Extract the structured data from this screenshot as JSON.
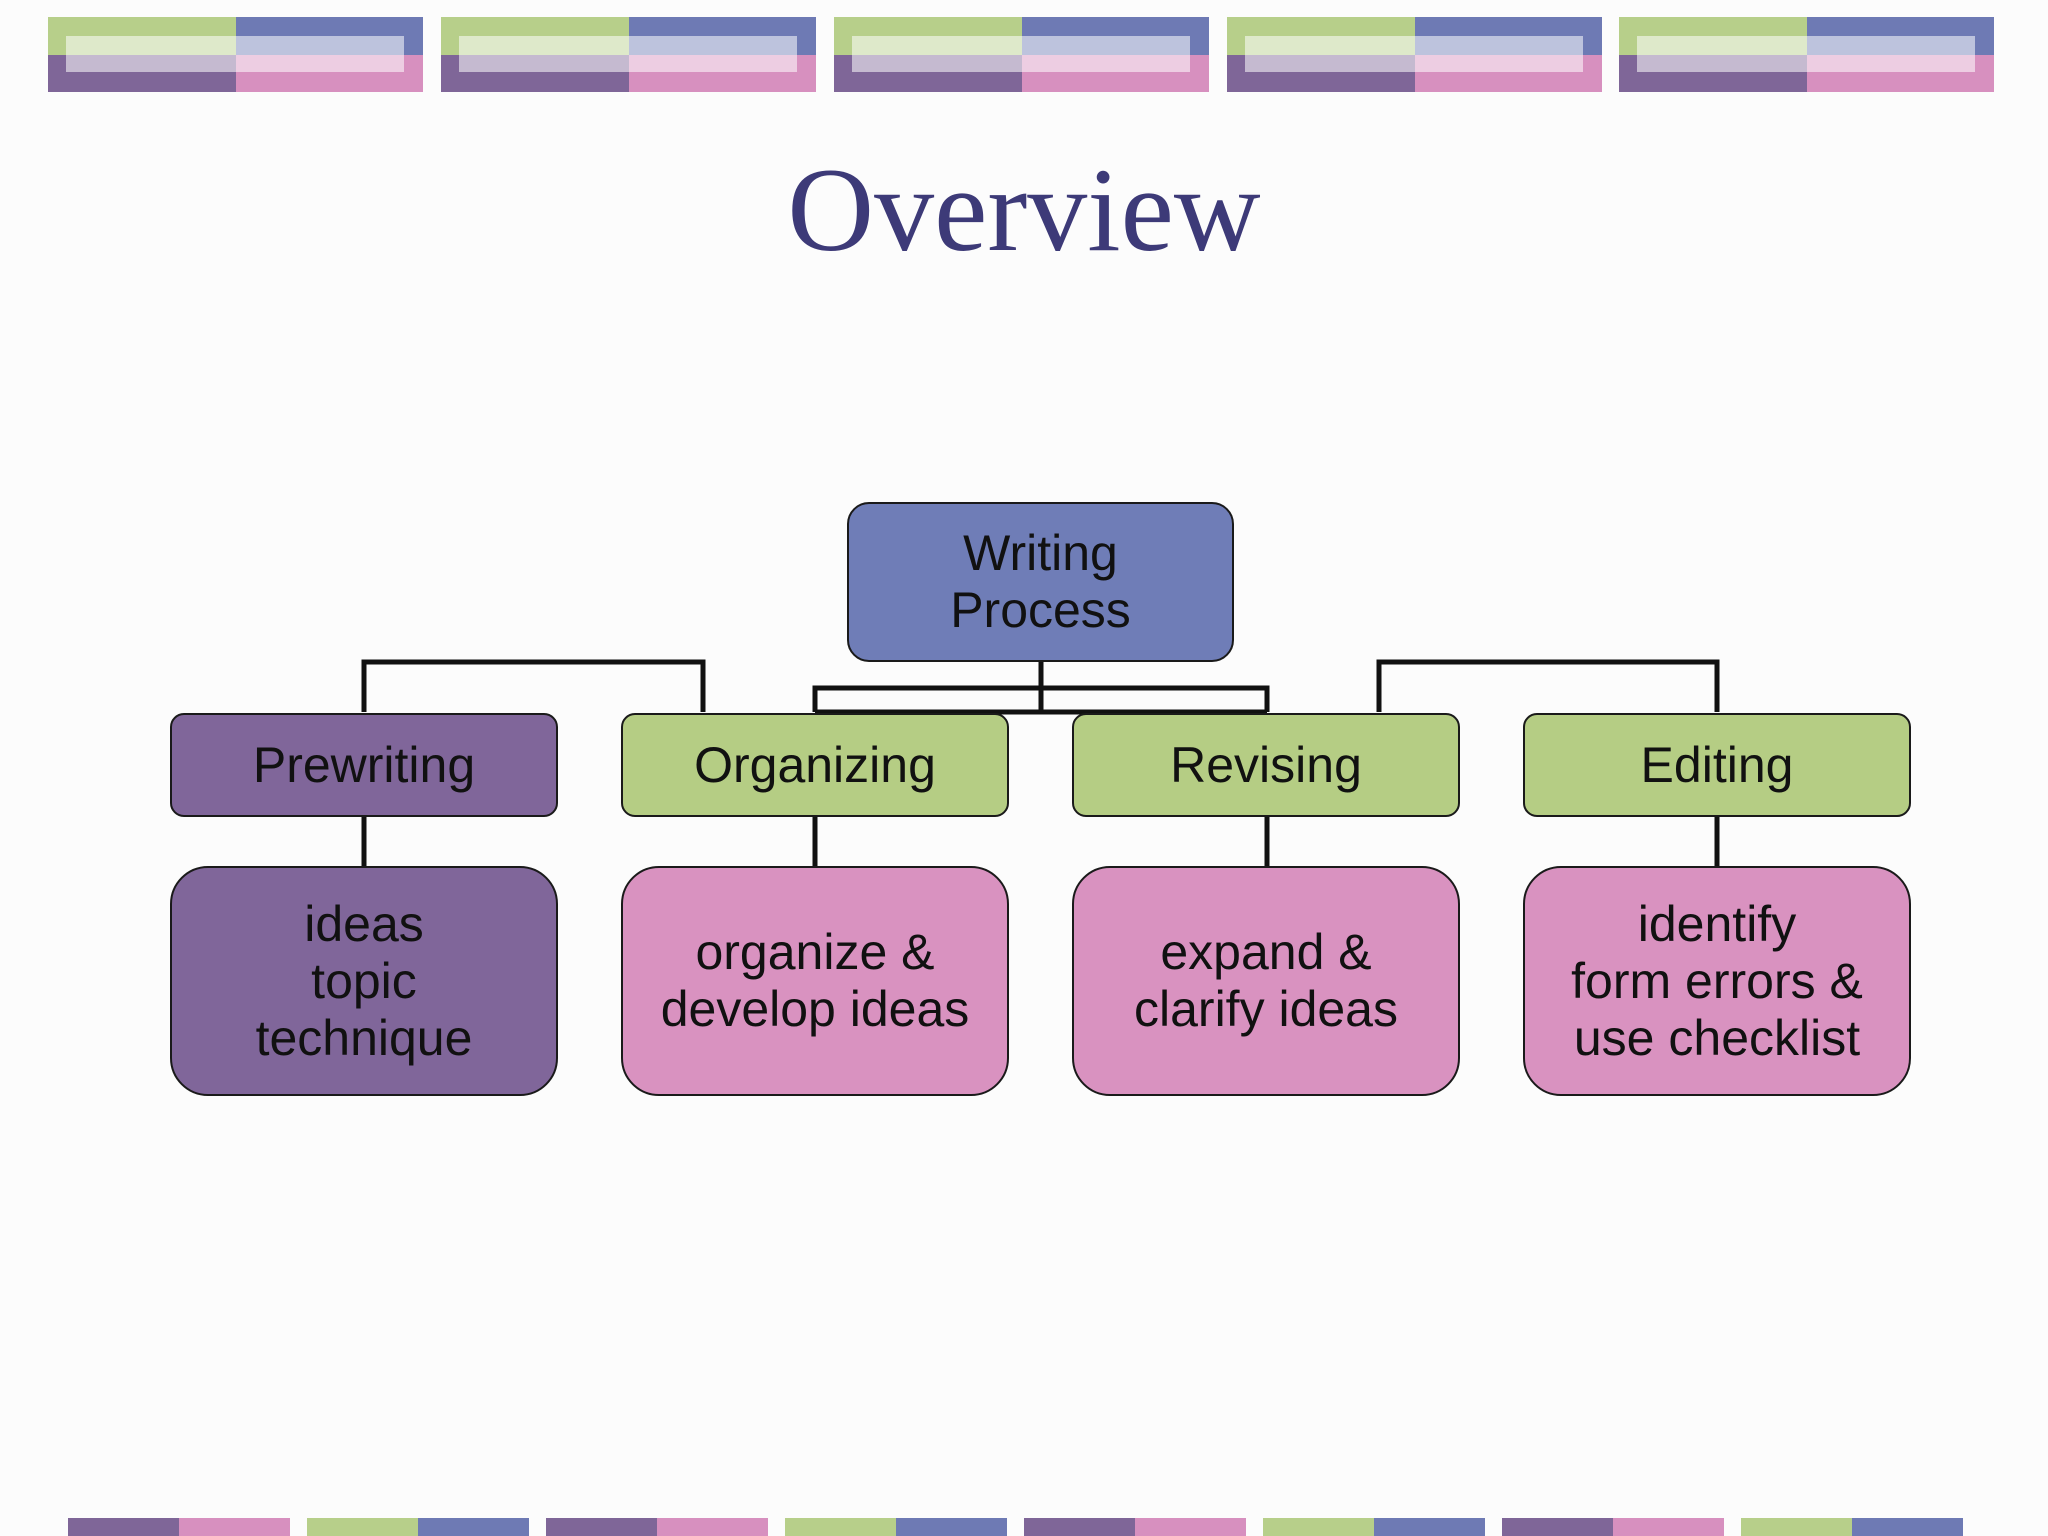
{
  "title": "Overview",
  "colors": {
    "root": "#6f7db7",
    "purple": "#80669a",
    "green": "#b5cd84",
    "pink": "#d992c0",
    "title": "#3d3a78",
    "banner_green": "#b7cf8a",
    "banner_blue": "#6e7ab4",
    "banner_purple": "#7f6698",
    "banner_pink": "#d790bf"
  },
  "diagram": {
    "root": {
      "label": "Writing\nProcess"
    },
    "stages": [
      {
        "label": "Prewriting",
        "detail": "ideas\ntopic\ntechnique"
      },
      {
        "label": "Organizing",
        "detail": "organize &\ndevelop ideas"
      },
      {
        "label": "Revising",
        "detail": "expand &\nclarify ideas"
      },
      {
        "label": "Editing",
        "detail": "identify\nform errors &\nuse checklist"
      }
    ]
  }
}
